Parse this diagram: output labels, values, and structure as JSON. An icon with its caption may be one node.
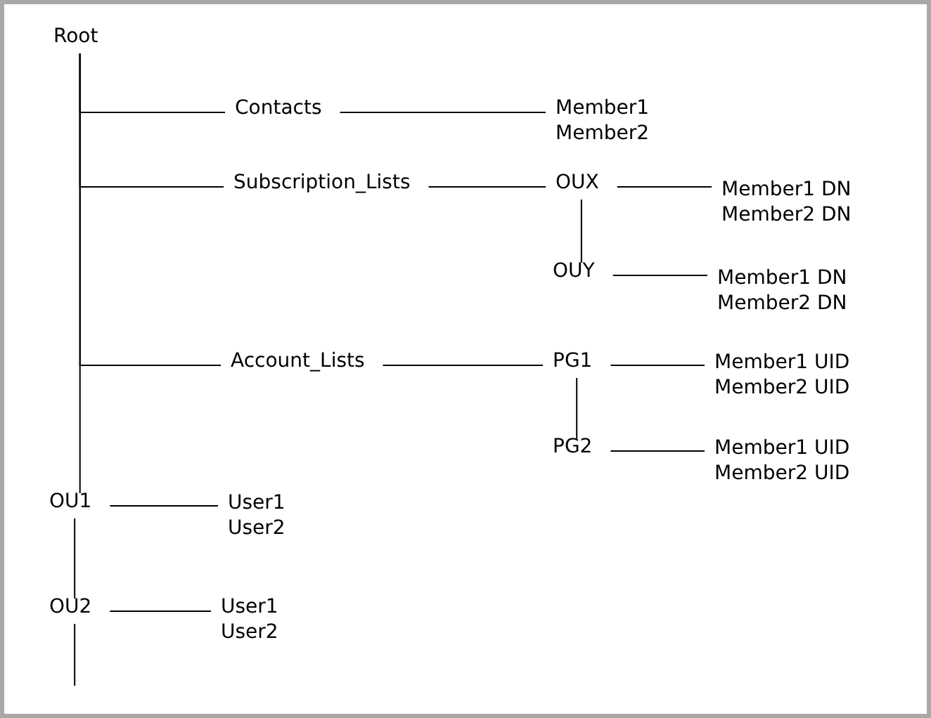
{
  "diagram": {
    "nodes": [
      {
        "text": [
          "Root"
        ]
      },
      {
        "text": [
          "Contacts"
        ]
      },
      {
        "text": [
          "Member1",
          "Member2"
        ]
      },
      {
        "text": [
          "Subscription_Lists"
        ]
      },
      {
        "text": [
          "OUX"
        ]
      },
      {
        "text": [
          "Member1 DN",
          "Member2 DN"
        ]
      },
      {
        "text": [
          "OUY"
        ]
      },
      {
        "text": [
          "Member1 DN",
          "Member2 DN"
        ]
      },
      {
        "text": [
          "Account_Lists"
        ]
      },
      {
        "text": [
          "PG1"
        ]
      },
      {
        "text": [
          "Member1 UID",
          "Member2 UID"
        ]
      },
      {
        "text": [
          "PG2"
        ]
      },
      {
        "text": [
          "Member1 UID",
          "Member2 UID"
        ]
      },
      {
        "text": [
          "OU1"
        ]
      },
      {
        "text": [
          "User1",
          "User2"
        ]
      },
      {
        "text": [
          "OU2"
        ]
      },
      {
        "text": [
          "User1",
          "User2"
        ]
      }
    ],
    "edges": [
      {
        "from": 0,
        "to": 1,
        "arrow": "none"
      },
      {
        "from": 0,
        "to": 3,
        "arrow": "none"
      },
      {
        "from": 0,
        "to": 8,
        "arrow": "none"
      },
      {
        "from": 0,
        "to": 13,
        "arrow": "none"
      },
      {
        "from": 1,
        "to": 2,
        "arrow": "none"
      },
      {
        "from": 3,
        "to": 4,
        "arrow": "none"
      },
      {
        "from": 4,
        "to": 5,
        "arrow": "none"
      },
      {
        "from": 4,
        "to": 6,
        "arrow": "none"
      },
      {
        "from": 6,
        "to": 7,
        "arrow": "none"
      },
      {
        "from": 8,
        "to": 9,
        "arrow": "none"
      },
      {
        "from": 9,
        "to": 10,
        "arrow": "none"
      },
      {
        "from": 9,
        "to": 11,
        "arrow": "none"
      },
      {
        "from": 11,
        "to": 12,
        "arrow": "none"
      },
      {
        "from": 13,
        "to": 14,
        "arrow": "none"
      },
      {
        "from": 13,
        "to": 15,
        "arrow": "none"
      },
      {
        "from": 15,
        "to": 16,
        "arrow": "none"
      },
      {
        "from": 15,
        "to": null,
        "arrow": "none"
      }
    ]
  }
}
